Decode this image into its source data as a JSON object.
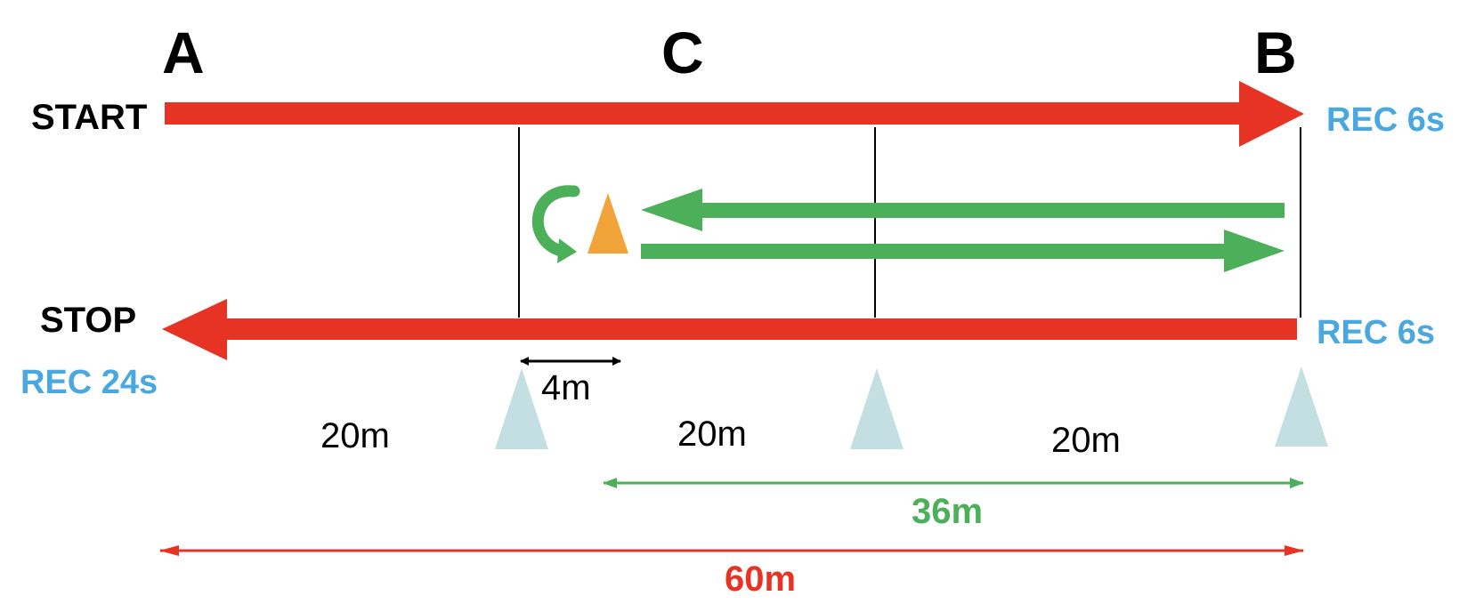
{
  "points": {
    "a": "A",
    "c": "C",
    "b": "B"
  },
  "start_label": "START",
  "stop_label": "STOP",
  "recoveries": {
    "right_top": "REC 6s",
    "right_bottom": "REC 6s",
    "left_bottom": "REC 24s"
  },
  "distances": {
    "turn": "4m",
    "seg1": "20m",
    "seg2": "20m",
    "seg3": "20m",
    "shuttle": "36m",
    "total": "60m"
  },
  "colors": {
    "red": "#e63323",
    "green": "#4caf5a",
    "blue": "#4aa8e0",
    "orange": "#f0a43a",
    "cone": "#c3dfe2"
  },
  "icons": {
    "turn": "u-turn-arrow-icon",
    "marker": "orange-cone-icon",
    "cone": "cone-icon"
  }
}
